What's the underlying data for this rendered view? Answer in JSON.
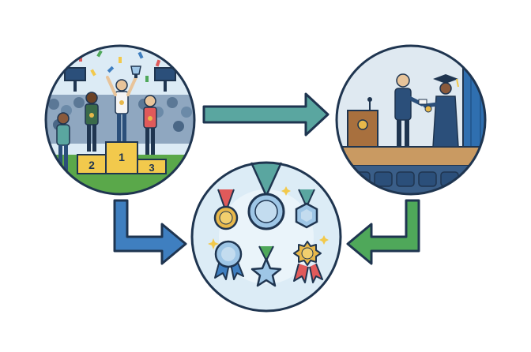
{
  "diagram": {
    "nodes": [
      {
        "id": "sports-podium",
        "podium_places": [
          "2",
          "1",
          "3"
        ]
      },
      {
        "id": "graduation-ceremony"
      },
      {
        "id": "medals-and-awards"
      }
    ],
    "edges": [
      {
        "from": "sports-podium",
        "to": "graduation-ceremony",
        "color": "#5aa6a0"
      },
      {
        "from": "sports-podium",
        "to": "medals-and-awards",
        "color": "#3f7fc0"
      },
      {
        "from": "graduation-ceremony",
        "to": "medals-and-awards",
        "color": "#4fa85a"
      }
    ]
  },
  "colors": {
    "outline": "#1f3550",
    "sky": "#dcebf5",
    "grass": "#5aa84a",
    "podium": "#f2c94c",
    "stage_wall": "#dfe9f1",
    "stage_floor": "#c99a62",
    "curtain": "#2f6fb0",
    "seat": "#2b4f7a",
    "medal_bg": "#dcecf6",
    "gold": "#e8b84a",
    "silver": "#9ec6e6"
  }
}
